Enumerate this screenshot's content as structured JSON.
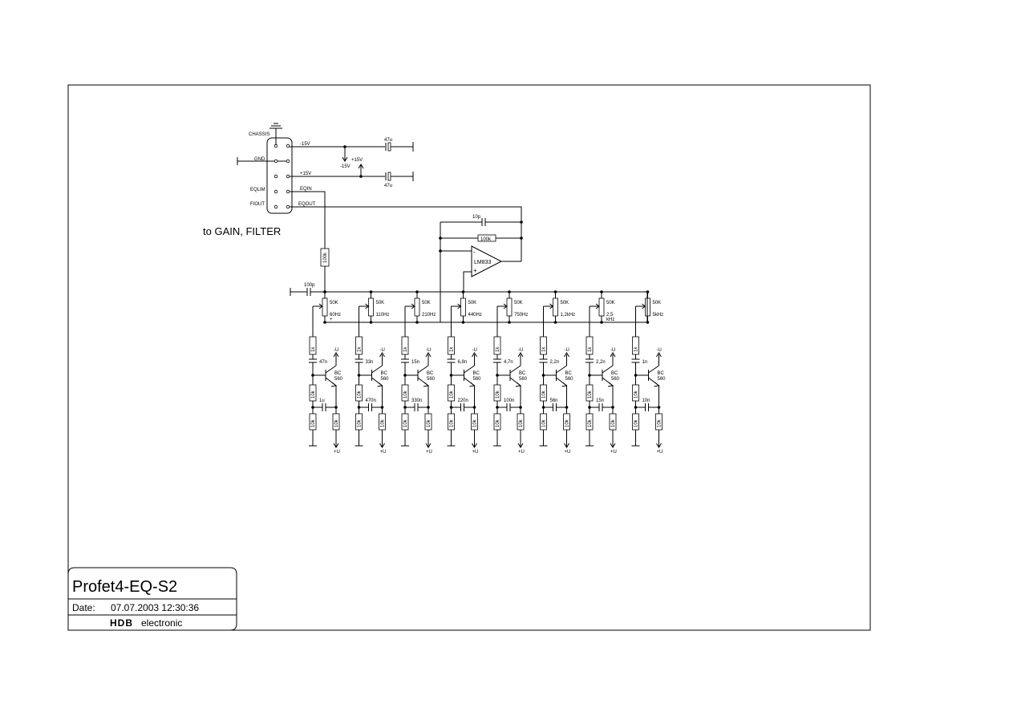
{
  "title_block": {
    "title": "Profet4-EQ-S2",
    "date_label": "Date:",
    "date_value": "07.07.2003 12:30:36",
    "company_logo": "HDB",
    "company_name": "electronic"
  },
  "connector": {
    "pins_left": [
      "CHASSIS",
      "GND",
      "EQLIM",
      "FIOUT"
    ],
    "pins_right": [
      "-15V",
      "+15V",
      "EQIN",
      "EQOUT"
    ]
  },
  "note": "to GAIN, FILTER",
  "power": {
    "neg_rail": "-15V",
    "pos_rail": "+15V",
    "cap_top": "47u",
    "cap_bottom": "47u"
  },
  "opamp": {
    "label": "LM833",
    "feedback_cap": "10p",
    "feedback_res": "100k",
    "minus": "-",
    "plus": "+"
  },
  "input": {
    "series_res": "100k",
    "input_cap": "100p"
  },
  "bands": [
    {
      "pot": "50K",
      "freq": "60Hz",
      "cap1": "47n",
      "cap2": "1u",
      "pot_note": "+"
    },
    {
      "pot": "50K",
      "freq": "110Hz",
      "cap1": "33n",
      "cap2": "470n",
      "pot_note": ""
    },
    {
      "pot": "50K",
      "freq": "210Hz",
      "cap1": "15n",
      "cap2": "330n",
      "pot_note": ""
    },
    {
      "pot": "50K",
      "freq": "440Hz",
      "cap1": "6,8n",
      "cap2": "220n",
      "pot_note": ""
    },
    {
      "pot": "50K",
      "freq": "750Hz",
      "cap1": "4,7n",
      "cap2": "100n",
      "pot_note": ""
    },
    {
      "pot": "50K",
      "freq": "1,2kHz",
      "cap1": "2,2n",
      "cap2": "56n",
      "pot_note": ""
    },
    {
      "pot": "50K",
      "freq": "2,5",
      "cap1": "2,2n",
      "cap2": "15n",
      "pot_note": "kHz"
    },
    {
      "pot": "50K",
      "freq": "5kHz",
      "cap1": "1n",
      "cap2": "10n",
      "pot_note": ""
    }
  ],
  "band_parts": {
    "res_top": "1k",
    "res_mid": "10k",
    "res_bottom_left": "10k",
    "res_bottom_right": "10k",
    "transistor_line1": "BC",
    "transistor_line2": "560",
    "neg_supply": "-U",
    "pos_supply": "+U"
  }
}
